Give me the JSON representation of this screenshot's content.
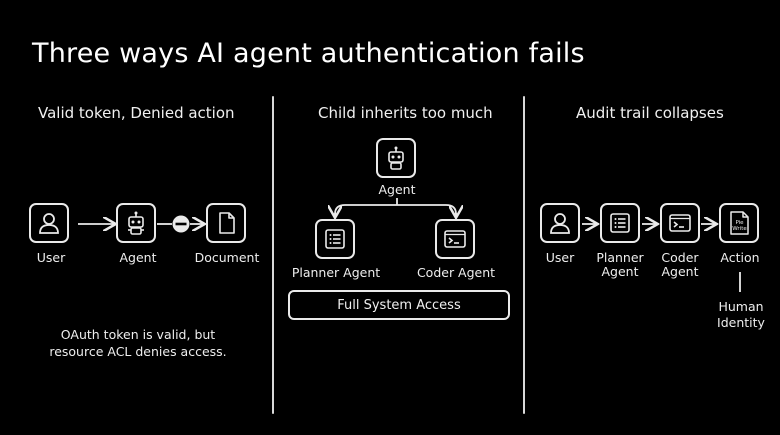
{
  "title": "Three ways AI agent authentication fails",
  "panels": {
    "p1": {
      "heading": "Valid token, Denied action",
      "nodes": {
        "user": "User",
        "agent": "Agent",
        "document": "Document"
      },
      "note_line1": "OAuth token is valid, but",
      "note_line2": "resource ACL denies access."
    },
    "p2": {
      "heading": "Child inherits too much",
      "nodes": {
        "agent": "Agent",
        "planner": "Planner Agent",
        "coder": "Coder Agent"
      },
      "access_box": "Full System Access"
    },
    "p3": {
      "heading": "Audit trail collapses",
      "nodes": {
        "user": "User",
        "planner": "Planner Agent",
        "coder": "Coder Agent",
        "action": "Action"
      },
      "action_icon_text_1": "Pie",
      "action_icon_text_2": "Write",
      "human_identity": "Human Identity"
    }
  },
  "colors": {
    "background": "#000000",
    "stroke": "#eaeaea",
    "text": "#f2f2f2"
  }
}
